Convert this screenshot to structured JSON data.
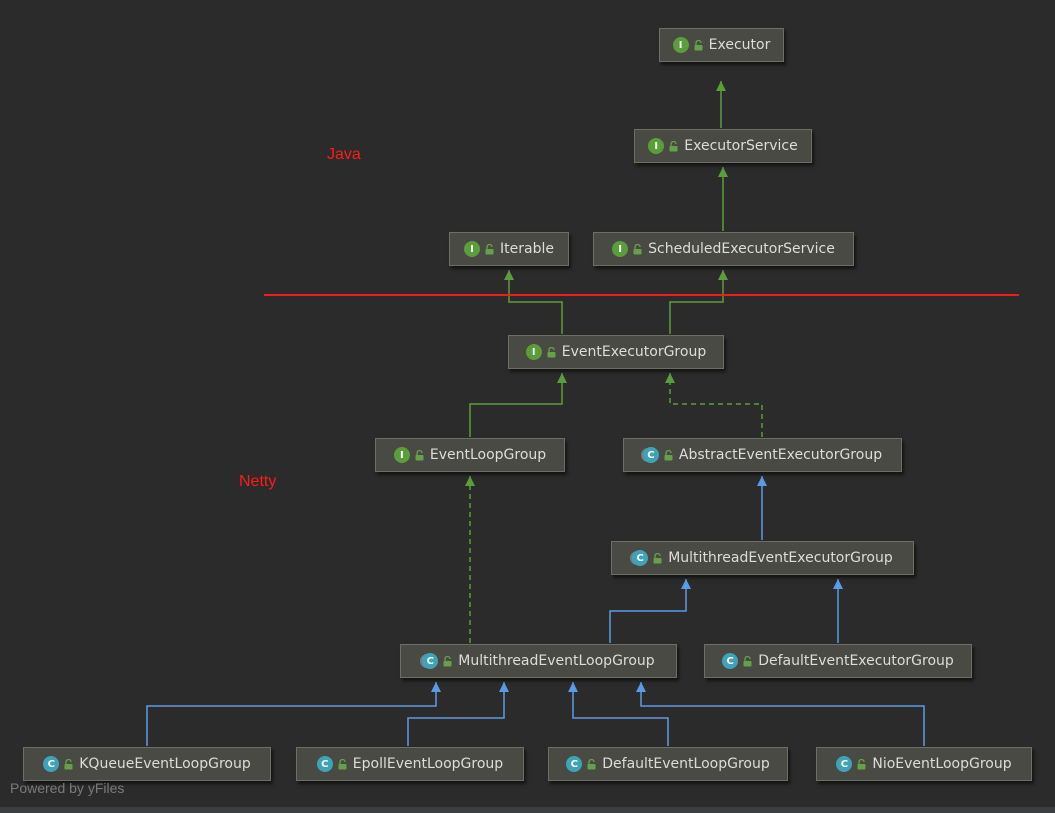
{
  "diagram": {
    "annotations": {
      "java_label": "Java",
      "netty_label": "Netty",
      "powered_by": "Powered by yFiles"
    },
    "colors": {
      "background": "#2b2b2b",
      "node_fill": "#4a4a44",
      "node_border": "#6e6e64",
      "interface_edge": "#5a9e3a",
      "class_edge": "#5b9be6",
      "divider": "#ee1c1c",
      "annotation_text": "#ff1a1a",
      "interface_badge": "#5a9e3a",
      "class_badge": "#3fa3b8"
    },
    "icons": {
      "interface": "interface-badge-icon",
      "class": "class-badge-icon",
      "abstract": "abstract-class-badge-icon",
      "visibility": "public-lock-icon"
    },
    "nodes": [
      {
        "id": "executor",
        "label": "Executor",
        "kind": "interface",
        "badge": "I"
      },
      {
        "id": "executor_service",
        "label": "ExecutorService",
        "kind": "interface",
        "badge": "I"
      },
      {
        "id": "iterable",
        "label": "Iterable",
        "kind": "interface",
        "badge": "I"
      },
      {
        "id": "scheduled_executor_service",
        "label": "ScheduledExecutorService",
        "kind": "interface",
        "badge": "I"
      },
      {
        "id": "event_executor_group",
        "label": "EventExecutorGroup",
        "kind": "interface",
        "badge": "I"
      },
      {
        "id": "event_loop_group",
        "label": "EventLoopGroup",
        "kind": "interface",
        "badge": "I"
      },
      {
        "id": "abstract_event_executor_group",
        "label": "AbstractEventExecutorGroup",
        "kind": "abstract",
        "badge": "C"
      },
      {
        "id": "multithread_event_executor_group",
        "label": "MultithreadEventExecutorGroup",
        "kind": "abstract",
        "badge": "C"
      },
      {
        "id": "multithread_event_loop_group",
        "label": "MultithreadEventLoopGroup",
        "kind": "abstract",
        "badge": "C"
      },
      {
        "id": "default_event_executor_group",
        "label": "DefaultEventExecutorGroup",
        "kind": "class",
        "badge": "C"
      },
      {
        "id": "kqueue_event_loop_group",
        "label": "KQueueEventLoopGroup",
        "kind": "class",
        "badge": "C"
      },
      {
        "id": "epoll_event_loop_group",
        "label": "EpollEventLoopGroup",
        "kind": "class",
        "badge": "C"
      },
      {
        "id": "default_event_loop_group",
        "label": "DefaultEventLoopGroup",
        "kind": "class",
        "badge": "C"
      },
      {
        "id": "nio_event_loop_group",
        "label": "NioEventLoopGroup",
        "kind": "class",
        "badge": "C"
      }
    ],
    "edges": [
      {
        "from": "executor_service",
        "to": "executor",
        "relation": "extends"
      },
      {
        "from": "scheduled_executor_service",
        "to": "executor_service",
        "relation": "extends"
      },
      {
        "from": "event_executor_group",
        "to": "iterable",
        "relation": "extends"
      },
      {
        "from": "event_executor_group",
        "to": "scheduled_executor_service",
        "relation": "extends"
      },
      {
        "from": "event_loop_group",
        "to": "event_executor_group",
        "relation": "extends"
      },
      {
        "from": "abstract_event_executor_group",
        "to": "event_executor_group",
        "relation": "implements"
      },
      {
        "from": "multithread_event_executor_group",
        "to": "abstract_event_executor_group",
        "relation": "extends"
      },
      {
        "from": "multithread_event_loop_group",
        "to": "multithread_event_executor_group",
        "relation": "extends"
      },
      {
        "from": "default_event_executor_group",
        "to": "multithread_event_executor_group",
        "relation": "extends"
      },
      {
        "from": "multithread_event_loop_group",
        "to": "event_loop_group",
        "relation": "implements"
      },
      {
        "from": "kqueue_event_loop_group",
        "to": "multithread_event_loop_group",
        "relation": "extends"
      },
      {
        "from": "epoll_event_loop_group",
        "to": "multithread_event_loop_group",
        "relation": "extends"
      },
      {
        "from": "default_event_loop_group",
        "to": "multithread_event_loop_group",
        "relation": "extends"
      },
      {
        "from": "nio_event_loop_group",
        "to": "multithread_event_loop_group",
        "relation": "extends"
      }
    ]
  }
}
